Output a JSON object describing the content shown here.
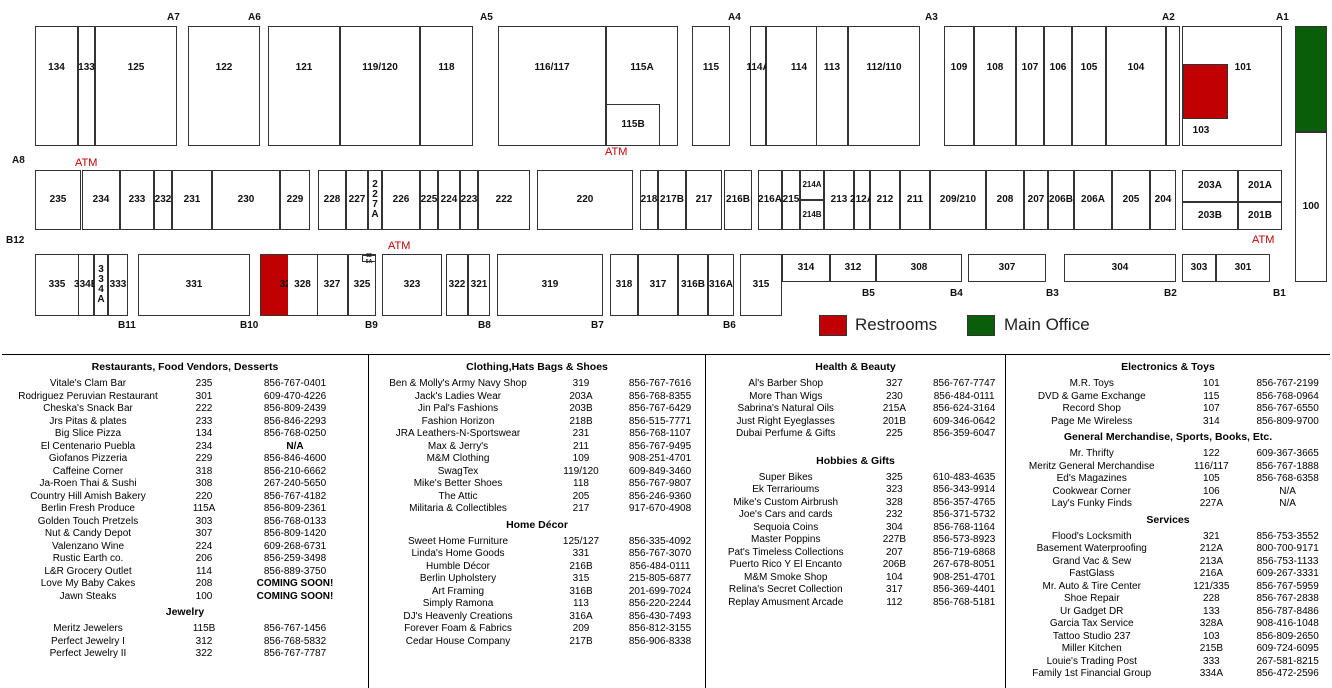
{
  "map": {
    "gates_top": [
      "A7",
      "A6",
      "A5",
      "A4",
      "A3",
      "A2",
      "A1"
    ],
    "gates_side": [
      "A8",
      "B12"
    ],
    "gates_bottom": [
      "B11",
      "B10",
      "B9",
      "B8",
      "B7",
      "B6",
      "B5",
      "B4",
      "B3",
      "B2",
      "B1"
    ],
    "atm": "ATM",
    "row1": [
      "134",
      "133",
      "125",
      "122",
      "121",
      "119/120",
      "118",
      "116/117",
      "115A",
      "115B",
      "115",
      "114A",
      "114",
      "113",
      "112/110",
      "109",
      "108",
      "107",
      "106",
      "105",
      "104",
      "101",
      "103"
    ],
    "row2": [
      "235",
      "234",
      "233",
      "232",
      "231",
      "230",
      "229",
      "228",
      "227",
      "227A",
      "226",
      "225",
      "224",
      "223",
      "222",
      "220",
      "218",
      "217B",
      "217",
      "216B",
      "216A",
      "215",
      "214A",
      "214B",
      "213",
      "212A",
      "212",
      "211",
      "209/210",
      "208",
      "207",
      "206B",
      "206A",
      "205",
      "204",
      "203A",
      "203B",
      "201A",
      "201B"
    ],
    "row3": [
      "335",
      "334B",
      "334A",
      "333",
      "331",
      "328",
      "327",
      "325",
      "325A",
      "323",
      "322",
      "321",
      "319",
      "318",
      "317",
      "316B",
      "316A",
      "315",
      "314",
      "312",
      "308",
      "307",
      "304",
      "303",
      "301"
    ],
    "office": "100",
    "legend": {
      "restrooms": "Restrooms",
      "main_office": "Main Office"
    },
    "colors": {
      "restroom": "#c00000",
      "office": "#0a5e0a",
      "atm": "#c00000"
    }
  },
  "directory": {
    "col1": {
      "sections": [
        {
          "title": "Restaurants, Food Vendors, Desserts",
          "rows": [
            [
              "Vitale's Clam Bar",
              "235",
              "856-767-0401"
            ],
            [
              "Rodriguez Peruvian Restaurant",
              "301",
              "609-470-4226"
            ],
            [
              "Cheska's Snack Bar",
              "222",
              "856-809-2439"
            ],
            [
              "Jrs Pitas & plates",
              "233",
              "856-846-2293"
            ],
            [
              "Big Slice Pizza",
              "134",
              "856-768-0250"
            ],
            [
              "El Centenario Puebla",
              "234",
              "N/A"
            ],
            [
              "Giofanos Pizzeria",
              "229",
              "856-846-4600"
            ],
            [
              "Caffeine Corner",
              "318",
              "856-210-6662"
            ],
            [
              "Ja-Roen Thai & Sushi",
              "308",
              "267-240-5650"
            ],
            [
              "Country Hill Amish Bakery",
              "220",
              "856-767-4182"
            ],
            [
              "Berlin Fresh Produce",
              "115A",
              "856-809-2361"
            ],
            [
              "Golden Touch Pretzels",
              "303",
              "856-768-0133"
            ],
            [
              "Nut & Candy Depot",
              "307",
              "856-809-1420"
            ],
            [
              "Valenzano Wine",
              "224",
              "609-268-6731"
            ],
            [
              "Rustic Earth co.",
              "206",
              "856-259-3498"
            ],
            [
              "L&R Grocery Outlet",
              "114",
              "856-889-3750"
            ],
            [
              "Love My Baby Cakes",
              "208",
              "COMING SOON!"
            ],
            [
              "Jawn Steaks",
              "100",
              "COMING SOON!"
            ]
          ]
        },
        {
          "title": "Jewelry",
          "rows": [
            [
              "Meritz Jewelers",
              "115B",
              "856-767-1456"
            ],
            [
              "Perfect Jewelry I",
              "312",
              "856-768-5832"
            ],
            [
              "Perfect Jewelry II",
              "322",
              "856-767-7787"
            ]
          ]
        }
      ]
    },
    "col2": {
      "sections": [
        {
          "title": "Clothing,Hats Bags & Shoes",
          "rows": [
            [
              "Ben & Molly's Army Navy Shop",
              "319",
              "856-767-7616"
            ],
            [
              "Jack's Ladies Wear",
              "203A",
              "856-768-8355"
            ],
            [
              "Jin Pal's Fashions",
              "203B",
              "856-767-6429"
            ],
            [
              "Fashion Horizon",
              "218B",
              "856-515-7771"
            ],
            [
              "JRA Leathers-N-Sportswear",
              "231",
              "856-768-1107"
            ],
            [
              "Max & Jerry's",
              "211",
              "856-767-9495"
            ],
            [
              "M&M Clothing",
              "109",
              "908-251-4701"
            ],
            [
              "SwagTex",
              "119/120",
              "609-849-3460"
            ],
            [
              "Mike's Better Shoes",
              "118",
              "856-767-9807"
            ],
            [
              "The Attic",
              "205",
              "856-246-9360"
            ],
            [
              "Militaria & Collectibles",
              "217",
              "917-670-4908"
            ]
          ]
        },
        {
          "title": "Home Décor",
          "rows": [
            [
              "Sweet Home Furniture",
              "125/127",
              "856-335-4092"
            ],
            [
              "Linda's Home Goods",
              "331",
              "856-767-3070"
            ],
            [
              "Humble Décor",
              "216B",
              "856-484-0111"
            ],
            [
              "Berlin Upholstery",
              "315",
              "215-805-6877"
            ],
            [
              "Art Framing",
              "316B",
              "201-699-7024"
            ],
            [
              "Simply Ramona",
              "113",
              "856-220-2244"
            ],
            [
              "DJ's Heavenly Creations",
              "316A",
              "856-430-7493"
            ],
            [
              "Forever Foam & Fabrics",
              "209",
              "856-812-3155"
            ],
            [
              "Cedar House Company",
              "217B",
              "856-906-8338"
            ]
          ]
        }
      ]
    },
    "col3": {
      "sections": [
        {
          "title": "Health & Beauty",
          "rows": [
            [
              "Al's Barber Shop",
              "327",
              "856-767-7747"
            ],
            [
              "More Than Wigs",
              "230",
              "856-484-0111"
            ],
            [
              "Sabrina's Natural Oils",
              "215A",
              "856-624-3164"
            ],
            [
              "Just Right Eyeglasses",
              "201B",
              "609-346-0642"
            ],
            [
              "Dubai Perfume & Gifts",
              "225",
              "856-359-6047"
            ]
          ]
        },
        {
          "title": "Hobbies & Gifts",
          "rows": [
            [
              "Super Bikes",
              "325",
              "610-483-4635"
            ],
            [
              "Ek Terrarioums",
              "323",
              "856-343-9914"
            ],
            [
              "Mike's Custom Airbrush",
              "328",
              "856-357-4765"
            ],
            [
              "Joe's Cars and cards",
              "232",
              "856-371-5732"
            ],
            [
              "Sequoia Coins",
              "304",
              "856-768-1164"
            ],
            [
              "Master Poppins",
              "227B",
              "856-573-8923"
            ],
            [
              "Pat's Timeless Collections",
              "207",
              "856-719-6868"
            ],
            [
              "Puerto Rico Y El Encanto",
              "206B",
              "267-678-8051"
            ],
            [
              "M&M Smoke Shop",
              "104",
              "908-251-4701"
            ],
            [
              "Relina's Secret Collection",
              "317",
              "856-369-4401"
            ],
            [
              "Replay Amusment Arcade",
              "112",
              "856-768-5181"
            ]
          ]
        }
      ]
    },
    "col4": {
      "sections": [
        {
          "title": "Electronics & Toys",
          "rows": [
            [
              "M.R. Toys",
              "101",
              "856-767-2199"
            ],
            [
              "DVD & Game Exchange",
              "115",
              "856-768-0964"
            ],
            [
              "Record Shop",
              "107",
              "856-767-6550"
            ],
            [
              "Page Me Wireless",
              "314",
              "856-809-9700"
            ]
          ]
        },
        {
          "title": "General Merchandise, Sports, Books, Etc.",
          "rows": [
            [
              "Mr. Thrifty",
              "122",
              "609-367-3665"
            ],
            [
              "Meritz General Merchandise",
              "116/117",
              "856-767-1888"
            ],
            [
              "Ed's Magazines",
              "105",
              "856-768-6358"
            ],
            [
              "Cookwear Corner",
              "106",
              "N/A"
            ],
            [
              "Lay's Funky Finds",
              "227A",
              "N/A"
            ]
          ]
        },
        {
          "title": "Services",
          "rows": [
            [
              "Flood's Locksmith",
              "321",
              "856-753-3552"
            ],
            [
              "Basement Waterproofing",
              "212A",
              "800-700-9171"
            ],
            [
              "Grand Vac & Sew",
              "213A",
              "856-753-1133"
            ],
            [
              "FastGlass",
              "216A",
              "609-267-3331"
            ],
            [
              "Mr. Auto & Tire Center",
              "121/335",
              "856-767-5959"
            ],
            [
              "Shoe Repair",
              "228",
              "856-767-2838"
            ],
            [
              "Ur Gadget DR",
              "133",
              "856-787-8486"
            ],
            [
              "Garcia Tax Service",
              "328A",
              "908-416-1048"
            ],
            [
              "Tattoo Studio 237",
              "103",
              "856-809-2650"
            ],
            [
              "Miller Kitchen",
              "215B",
              "609-724-6095"
            ],
            [
              "Louie's Trading Post",
              "333",
              "267-581-8215"
            ],
            [
              "Family 1st Financial Group",
              "334A",
              "856-472-2596"
            ]
          ]
        }
      ]
    }
  }
}
